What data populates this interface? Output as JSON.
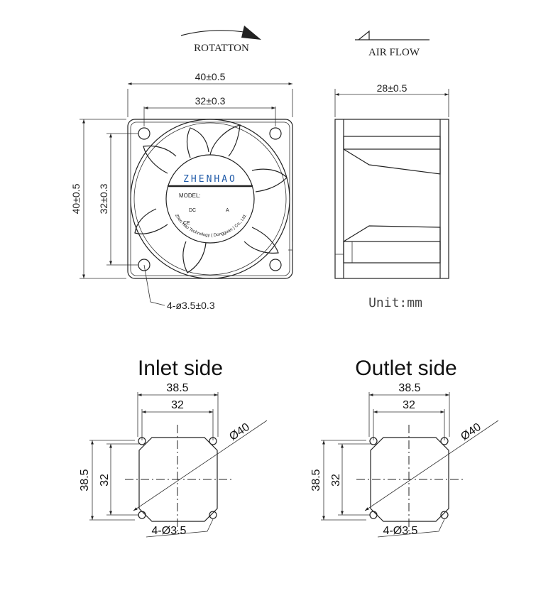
{
  "header": {
    "rotation_label": "ROTATTON",
    "airflow_label": "AIR FLOW"
  },
  "front_view": {
    "width_dim": "40±0.5",
    "hole_spacing_dim": "32±0.3",
    "height_dim": "40±0.5",
    "hole_spacing_v_dim": "32±0.3",
    "hole_note": "4-ø3.5±0.3",
    "label": {
      "brand": "ZHENHAO",
      "model": "MODEL:",
      "dc": "DC",
      "amp": "A",
      "company": "Zhen Hao Technology ( Dongguan ) Co., Ltd.",
      "mark": "CE"
    }
  },
  "side_view": {
    "depth_dim": "28±0.5",
    "unit": "Unit:mm"
  },
  "inlet": {
    "title": "Inlet side",
    "outer_dim": "38.5",
    "inner_dim": "32",
    "outer_v_dim": "38.5",
    "inner_v_dim": "32",
    "diameter": "Ø40",
    "holes": "4-Ø3.5"
  },
  "outlet": {
    "title": "Outlet side",
    "outer_dim": "38.5",
    "inner_dim": "32",
    "outer_v_dim": "38.5",
    "inner_v_dim": "32",
    "diameter": "Ø40",
    "holes": "4-Ø3.5"
  }
}
